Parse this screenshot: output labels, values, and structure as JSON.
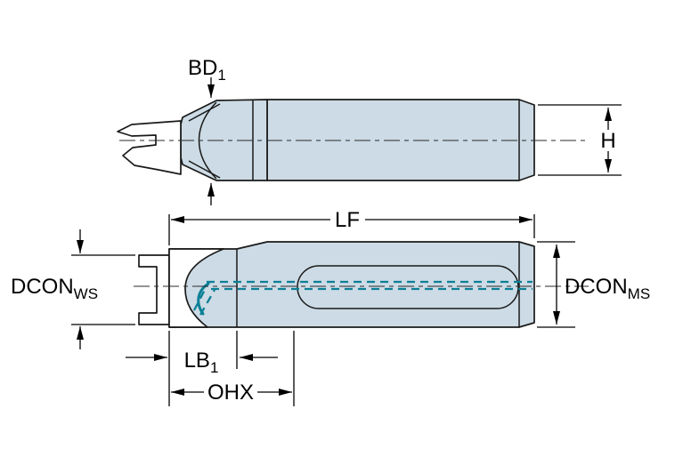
{
  "diagram": {
    "labels": {
      "bd1": {
        "base": "BD",
        "sub": "1"
      },
      "h": "H",
      "lf": "LF",
      "dcon_ws": {
        "base": "DCON",
        "sub": "WS"
      },
      "dcon_ms": {
        "base": "DCON",
        "sub": "MS"
      },
      "lb1": {
        "base": "LB",
        "sub": "1"
      },
      "ohx": "OHX"
    },
    "colors": {
      "background": "#ffffff",
      "body_fill": "#ccdbe5",
      "outline": "#1a1a1a",
      "coolant": "#0b7f96",
      "dimension": "#000000",
      "text": "#000000"
    }
  }
}
